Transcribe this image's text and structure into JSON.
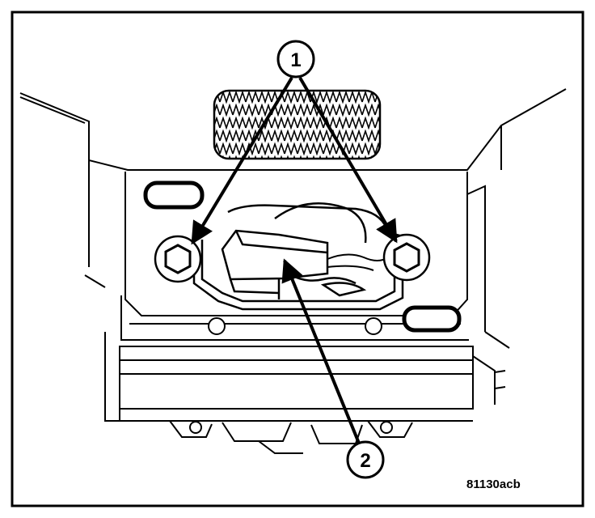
{
  "callouts": {
    "one": "1",
    "two": "2"
  },
  "figure_ref": "81130acb",
  "colors": {
    "ink": "#000000",
    "paper": "#ffffff"
  }
}
